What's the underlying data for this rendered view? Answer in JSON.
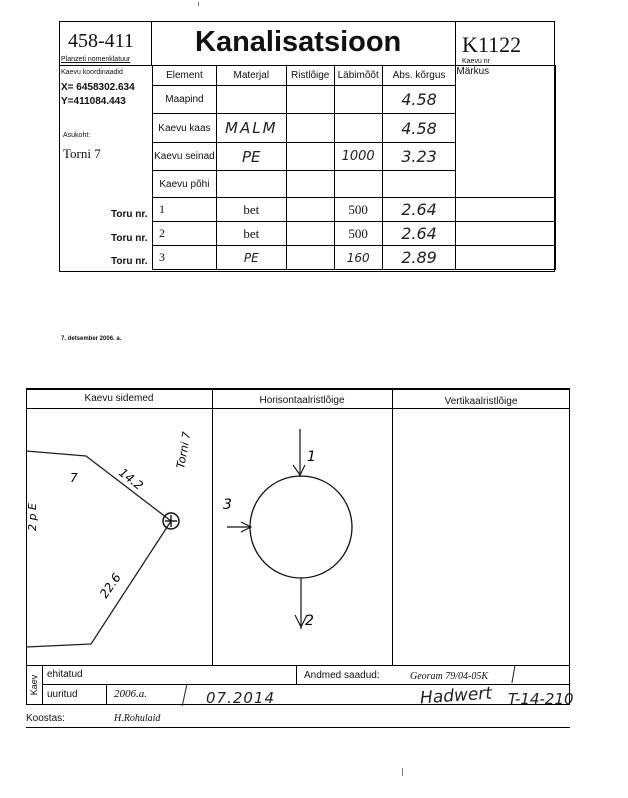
{
  "header": {
    "nomenclature_value": "458-411",
    "nomenclature_label": "Planzeti nomenklatuur",
    "title": "Kanalisatsioon",
    "well_number": "K1122",
    "well_number_label": "Kaevu nr",
    "coords_label": "Kaevu koordinaadid",
    "x_coord": "X= 6458302.634",
    "y_coord": "Y=411084.443",
    "location_label": "Asukoht:",
    "location_value": "Torni 7"
  },
  "table": {
    "columns": [
      "Element",
      "Materjal",
      "Ristlõige",
      "Läbimõõt",
      "Abs. kõrgus",
      "Märkus"
    ],
    "rows": [
      {
        "element": "Maapind",
        "material": "",
        "cross": "",
        "diameter": "",
        "height": "4.58",
        "note": ""
      },
      {
        "element": "Kaevu kaas",
        "material": "MALM",
        "cross": "",
        "diameter": "",
        "height": "4.58",
        "note": ""
      },
      {
        "element": "Kaevu seinad",
        "material": "PE",
        "cross": "",
        "diameter": "1000",
        "height": "3.23",
        "note": ""
      },
      {
        "element": "Kaevu põhi",
        "material": "",
        "cross": "",
        "diameter": "",
        "height": "",
        "note": ""
      }
    ],
    "pipes": [
      {
        "label": "Toru nr.",
        "num": "1",
        "material": "bet",
        "diameter": "500",
        "height": "2.64"
      },
      {
        "label": "Toru nr.",
        "num": "2",
        "material": "bet",
        "diameter": "500",
        "height": "2.64"
      },
      {
        "label": "Toru nr.",
        "num": "3",
        "material": "PE",
        "diameter": "160",
        "height": "2.89"
      }
    ]
  },
  "date_note": "7. detsember 2006. a.",
  "sketch": {
    "panel_titles": [
      "Kaevu sidemed",
      "Horisontaalristlõige",
      "Vertikaalristlõige"
    ],
    "dist_top": "14.2",
    "dist_bottom": "22.6",
    "street_label": "Torni 7",
    "house_num": "7",
    "building_label": "2 p  E",
    "pipe_labels": [
      "1",
      "2",
      "3"
    ]
  },
  "footer": {
    "side_label": "Kaev",
    "built_label": "ehitatud",
    "surveyed_label": "uuritud",
    "surveyed_date": "2006.a.",
    "surveyed_date2": "07.2014",
    "source_label": "Andmed saadud:",
    "source_value": "Georam 79/04-05K",
    "signature": "Hadwert",
    "reference": "T-14-210",
    "compiled_label": "Koostas:",
    "compiled_value": "H.Rohulaid"
  }
}
